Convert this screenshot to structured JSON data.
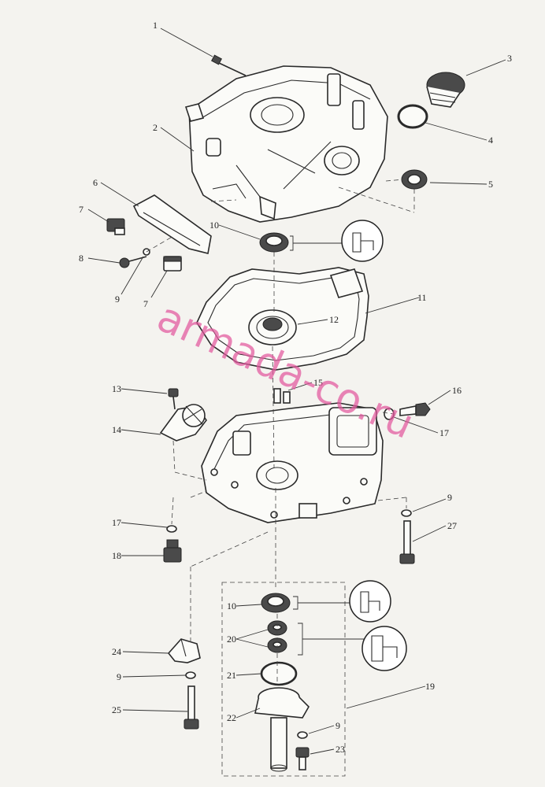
{
  "watermark": {
    "text": "armada-co.ru",
    "color": "#e3589e"
  },
  "callouts": [
    "1",
    "2",
    "3",
    "4",
    "5",
    "6",
    "7",
    "7",
    "8",
    "9",
    "10",
    "11",
    "12",
    "13",
    "14",
    "15",
    "16",
    "17",
    "17",
    "18",
    "9",
    "27",
    "10",
    "20",
    "21",
    "22",
    "19",
    "24",
    "9",
    "25",
    "9",
    "23"
  ],
  "icons": [
    "bolt-icon",
    "oil-seal-icon",
    "o-ring-icon",
    "bearing-icon",
    "detail-callout-icon"
  ]
}
